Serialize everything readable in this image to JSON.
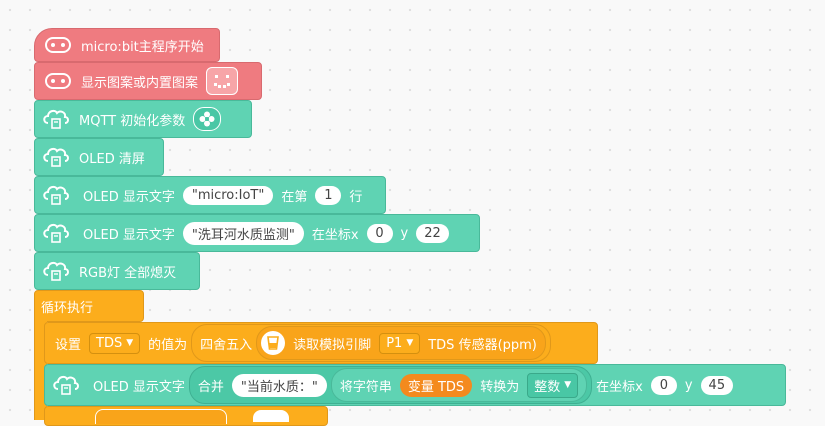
{
  "blocks": {
    "start": "micro:bit主程序开始",
    "show_icon": "显示图案或内置图案",
    "mqtt_init": "MQTT 初始化参数",
    "oled_clear": "OLED 清屏",
    "oled_text_line": {
      "label": "OLED 显示文字",
      "text": "\"micro:IoT\"",
      "at_label": "在第",
      "line": "1",
      "line_suffix": "行"
    },
    "oled_text_xy": {
      "label": "OLED 显示文字",
      "text": "\"洗耳河水质监测\"",
      "at_label": "在坐标x",
      "x": "0",
      "y_label": "y",
      "y": "22"
    },
    "rgb_off": "RGB灯 全部熄灭",
    "loop": "循环执行",
    "set_var": {
      "label": "设置",
      "var": "TDS",
      "value_label": "的值为",
      "round": "四舍五入",
      "read": "读取模拟引脚",
      "pin": "P1",
      "sensor": "TDS 传感器(ppm)"
    },
    "oled_concat": {
      "label": "OLED 显示文字",
      "join": "合并",
      "text": "\"当前水质：\"",
      "convert": "将字符串",
      "var": "变量 TDS",
      "convert_to": "转换为",
      "type": "整数",
      "at_label": "在坐标x",
      "x": "0",
      "y_label": "y",
      "y": "45"
    }
  },
  "colors": {
    "pink": "#ef7b80",
    "teal": "#5fd3b3",
    "orange": "#fcad1c"
  }
}
